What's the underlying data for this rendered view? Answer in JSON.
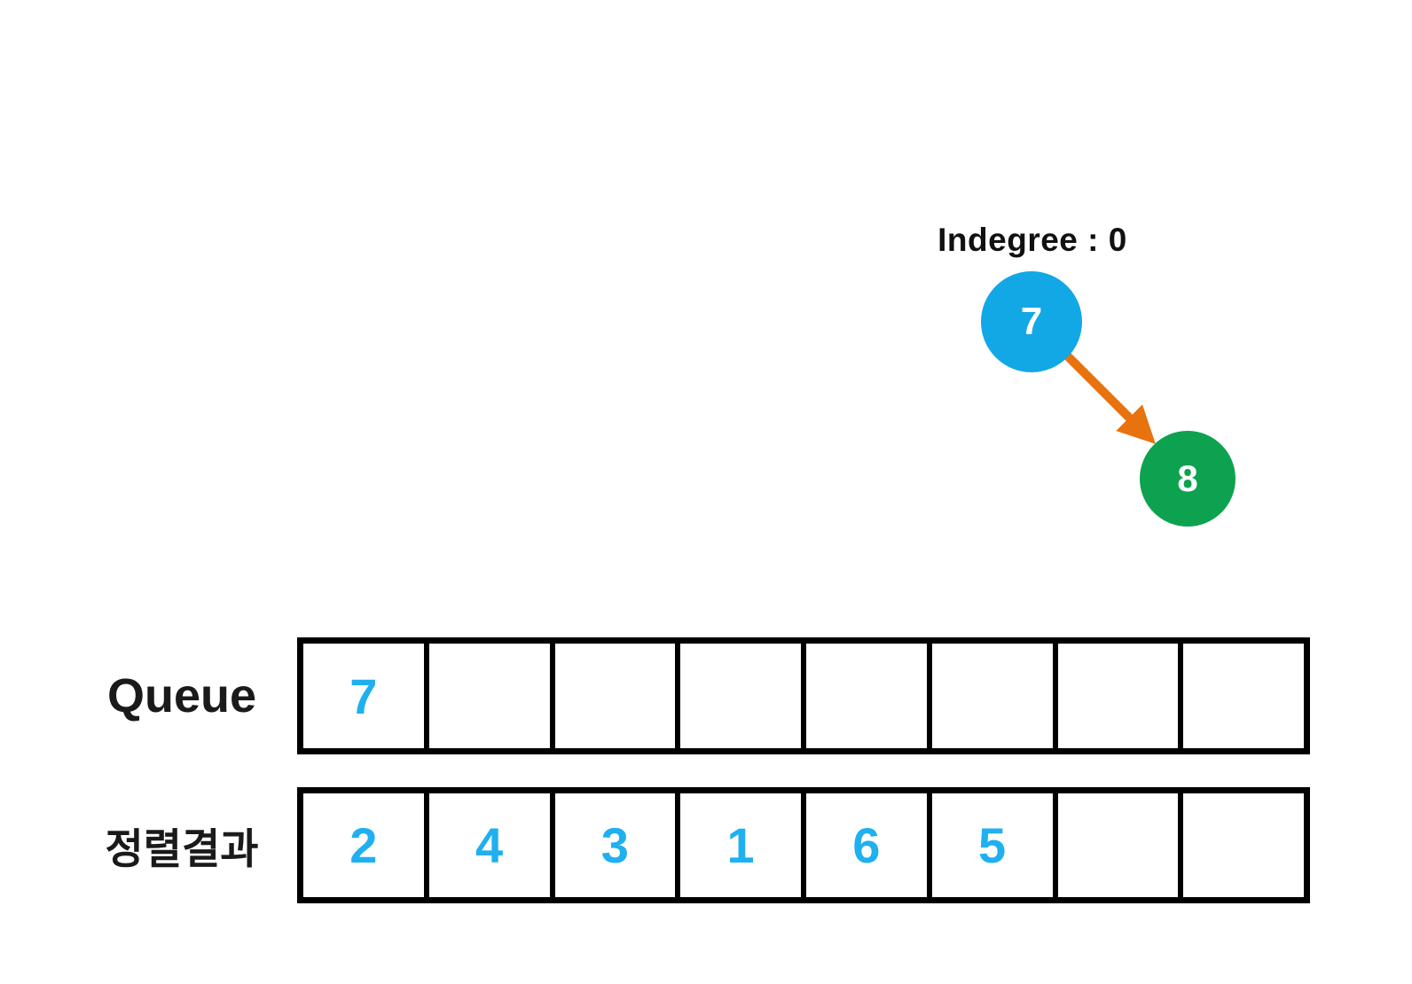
{
  "graph": {
    "indegree_label": "Indegree : 0",
    "nodes": [
      {
        "label": "7",
        "color": "#12A8E5",
        "shape": "circle"
      },
      {
        "label": "8",
        "color": "#0DA24F",
        "shape": "circle"
      }
    ],
    "edge": {
      "from": "7",
      "to": "8",
      "color": "#E8720D",
      "style": "arrow"
    }
  },
  "queue_row": {
    "label": "Queue",
    "cells": [
      "7",
      "",
      "",
      "",
      "",
      "",
      "",
      ""
    ]
  },
  "result_row": {
    "label": "정렬결과",
    "cells": [
      "2",
      "4",
      "3",
      "1",
      "6",
      "5",
      "",
      ""
    ]
  },
  "colors": {
    "node_blue": "#12A8E5",
    "node_green": "#0DA24F",
    "arrow_orange": "#E8720D",
    "cell_digit_cyan": "#1FB0F0",
    "text_black": "#111111",
    "grid_black": "#000000",
    "background": "#FFFFFF"
  }
}
